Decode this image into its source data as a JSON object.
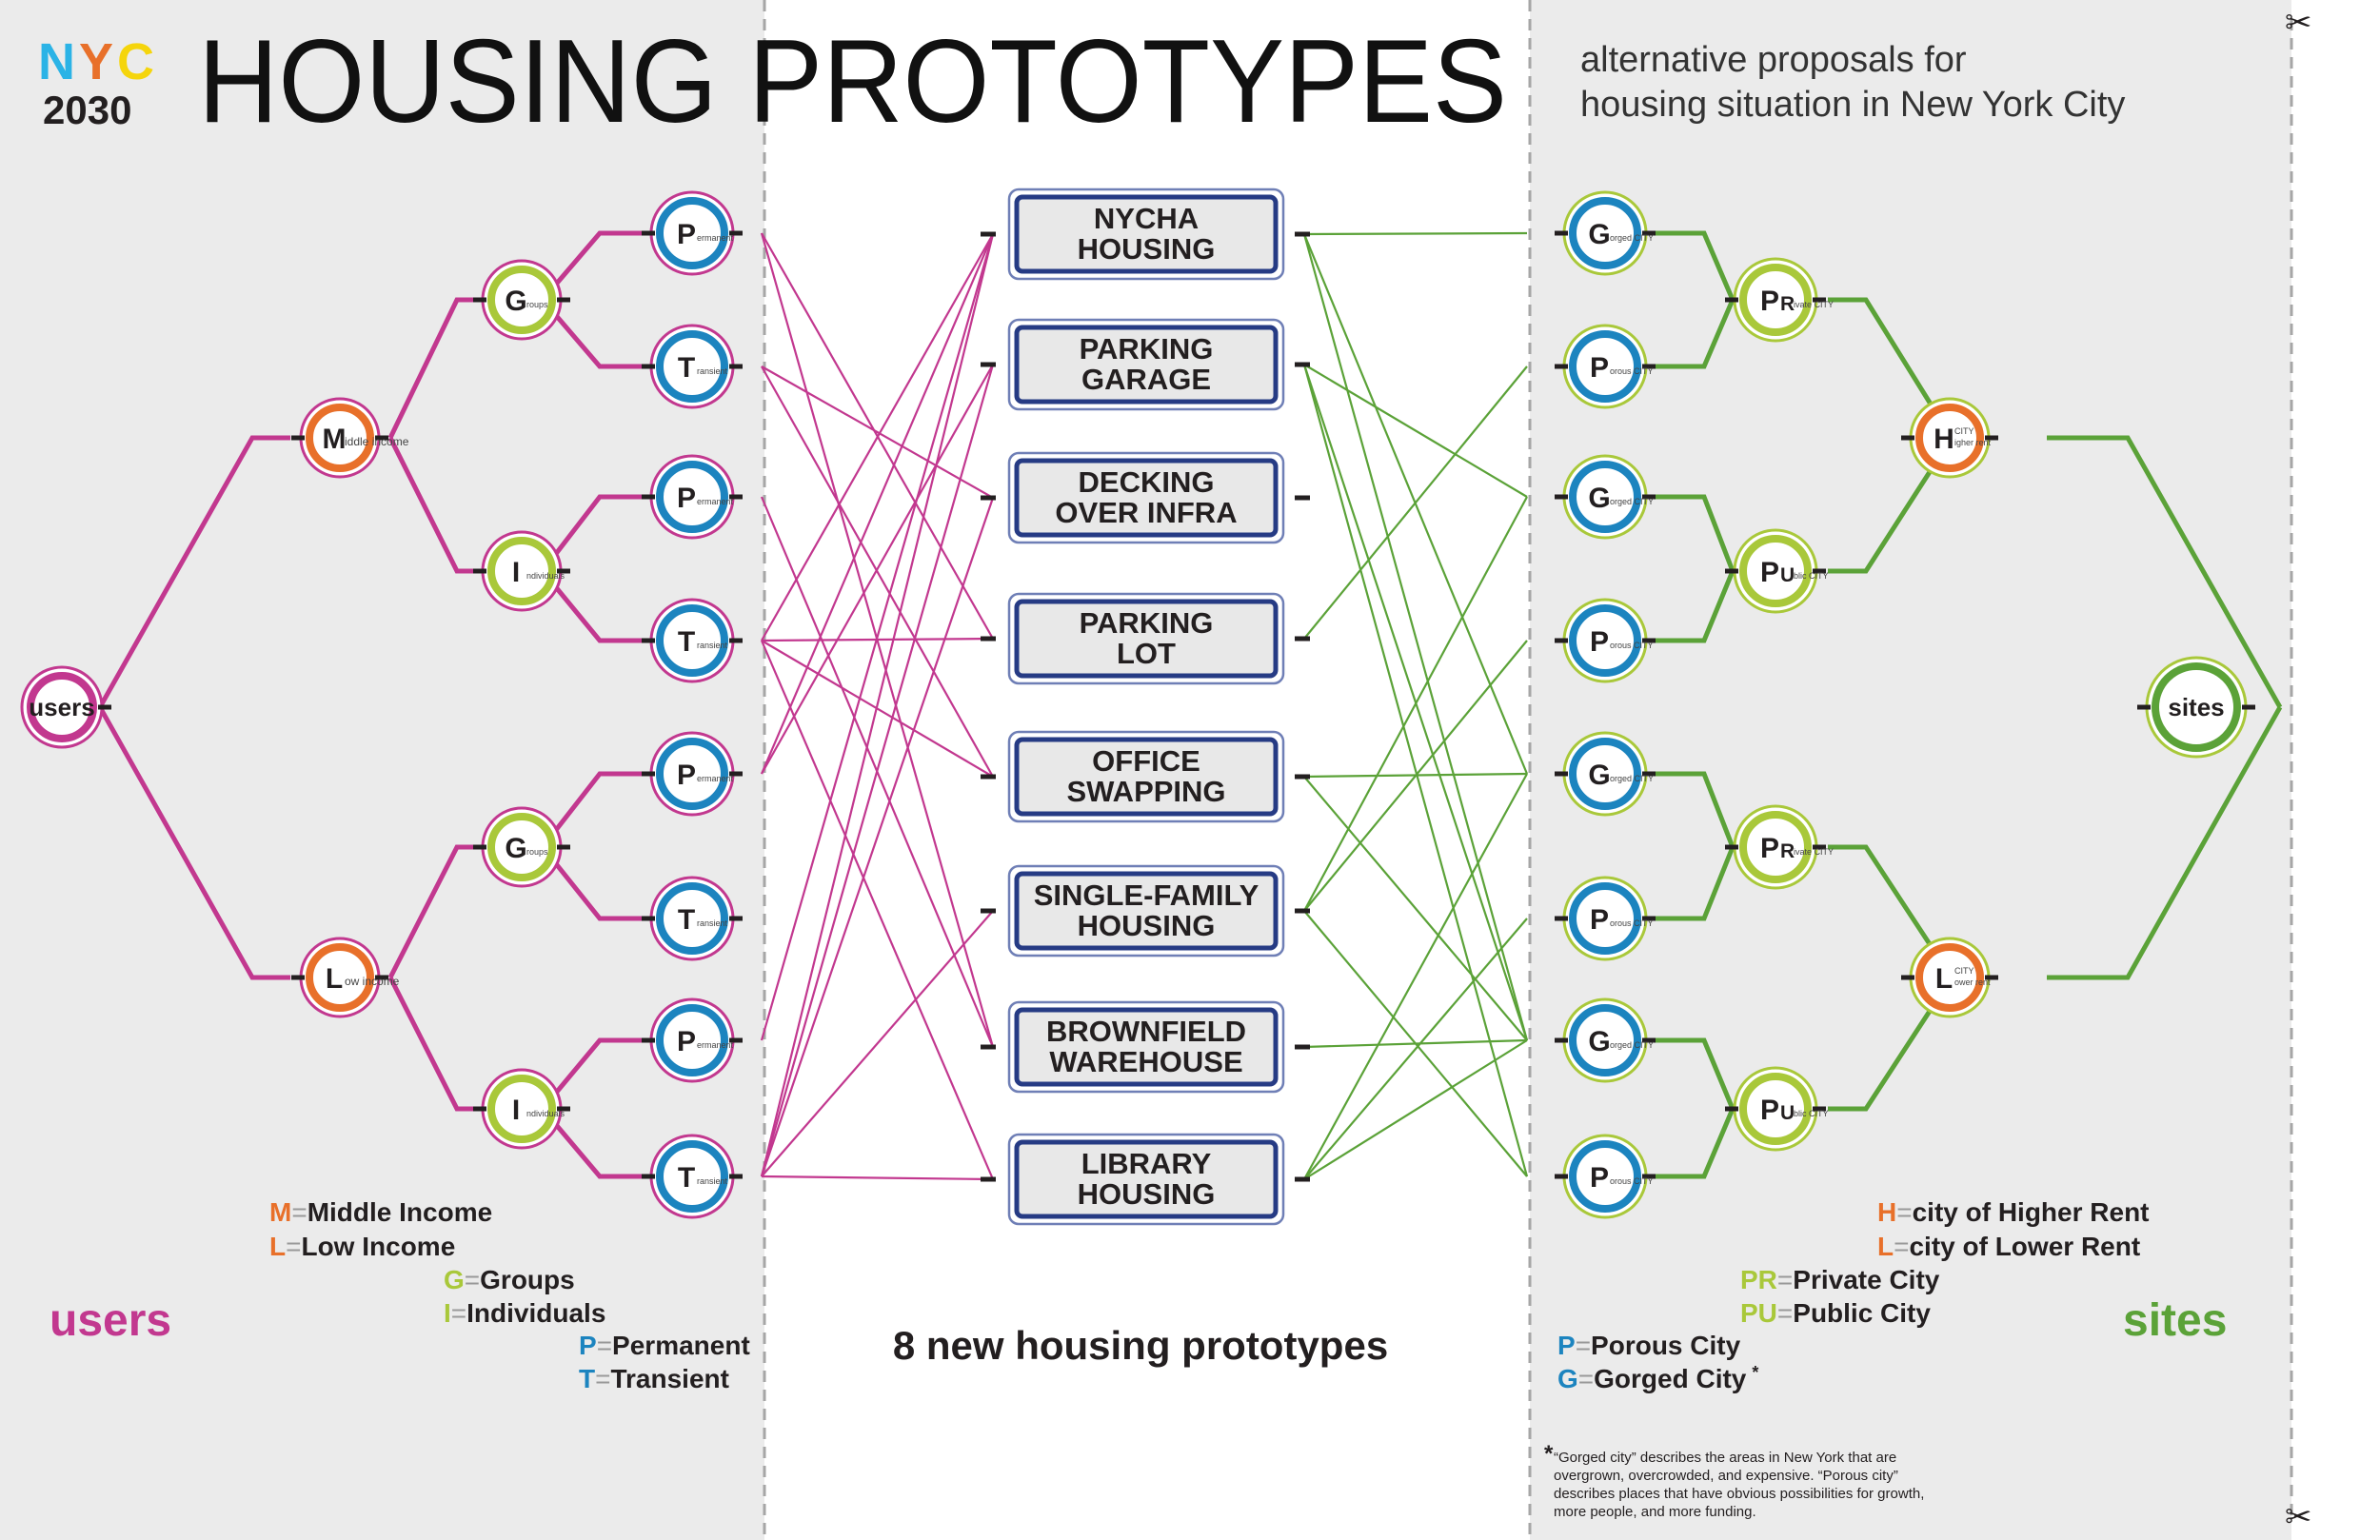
{
  "header": {
    "logo_line1": "NYC",
    "logo_line2": "2030",
    "title": "HOUSING PROTOTYPES",
    "subtitle_line1": "alternative proposals for",
    "subtitle_line2": "housing situation in New York City"
  },
  "colors": {
    "users": "#c2388f",
    "sites": "#5ba238",
    "orange": "#e8702a",
    "lime": "#a9c83a",
    "blue": "#1c84bf",
    "navy": "#263b84",
    "panel": "#ebebeb",
    "dark": "#231f20",
    "logo_N": "#2bb3e6",
    "logo_Y": "#e8702a",
    "logo_C": "#f5d50c"
  },
  "users_tree": {
    "root": "users",
    "middle": {
      "letter": "M",
      "sub": "iddle income"
    },
    "low": {
      "letter": "L",
      "sub": "ow income"
    },
    "groups": {
      "letter": "G",
      "sub": "roups"
    },
    "individuals": {
      "letter": "I",
      "sub": "ndividuals"
    },
    "permanent": {
      "letter": "P",
      "sub": "ermanent"
    },
    "transient": {
      "letter": "T",
      "sub": "ransient"
    }
  },
  "sites_tree": {
    "root": "sites",
    "higher": {
      "letter": "H",
      "sub_top": "CITY",
      "sub": "igher rent"
    },
    "lower": {
      "letter": "L",
      "sub_top": "CITY",
      "sub": "ower rent"
    },
    "private": {
      "letter": "P",
      "letter2": "R",
      "sub": "ivate CITY"
    },
    "public": {
      "letter": "P",
      "letter2": "U",
      "sub": "blic CITY"
    },
    "gorged": {
      "letter": "G",
      "sub": "orged CITY"
    },
    "porous": {
      "letter": "P",
      "sub": "orous CITY"
    }
  },
  "prototypes": [
    {
      "line1": "NYCHA",
      "line2": "HOUSING"
    },
    {
      "line1": "PARKING",
      "line2": "GARAGE"
    },
    {
      "line1": "DECKING",
      "line2": "OVER INFRA"
    },
    {
      "line1": "PARKING",
      "line2": "LOT"
    },
    {
      "line1": "OFFICE",
      "line2": "SWAPPING"
    },
    {
      "line1": "SINGLE-FAMILY",
      "line2": "HOUSING"
    },
    {
      "line1": "BROWNFIELD",
      "line2": "WAREHOUSE"
    },
    {
      "line1": "LIBRARY",
      "line2": "HOUSING"
    }
  ],
  "user_links": [
    [
      0,
      3
    ],
    [
      0,
      6
    ],
    [
      1,
      2
    ],
    [
      1,
      4
    ],
    [
      2,
      6
    ],
    [
      3,
      3
    ],
    [
      3,
      4
    ],
    [
      3,
      0
    ],
    [
      3,
      7
    ],
    [
      4,
      0
    ],
    [
      4,
      1
    ],
    [
      6,
      0
    ],
    [
      7,
      0
    ],
    [
      7,
      1
    ],
    [
      7,
      2
    ],
    [
      7,
      5
    ],
    [
      7,
      7
    ]
  ],
  "site_links": [
    [
      0,
      0
    ],
    [
      0,
      4
    ],
    [
      0,
      6
    ],
    [
      1,
      2
    ],
    [
      1,
      6
    ],
    [
      3,
      1
    ],
    [
      5,
      2
    ],
    [
      5,
      3
    ],
    [
      5,
      7
    ],
    [
      7,
      5
    ],
    [
      7,
      4
    ],
    [
      7,
      6
    ],
    [
      4,
      4
    ],
    [
      4,
      6
    ],
    [
      1,
      7
    ],
    [
      6,
      6
    ]
  ],
  "users_legend": [
    {
      "key": "M",
      "text": "Middle Income"
    },
    {
      "key": "L",
      "text": "Low Income"
    },
    {
      "key": "G",
      "text": "Groups"
    },
    {
      "key": "I",
      "text": "Individuals"
    },
    {
      "key": "P",
      "text": "Permanent"
    },
    {
      "key": "T",
      "text": "Transient"
    }
  ],
  "sites_legend": [
    {
      "key": "H",
      "text": "city of Higher Rent"
    },
    {
      "key": "L",
      "text": "city of Lower Rent"
    },
    {
      "key": "PR",
      "text": "Private City"
    },
    {
      "key": "PU",
      "text": "Public City"
    },
    {
      "key": "P",
      "text": "Porous City"
    },
    {
      "key": "G",
      "text": "Gorged City"
    }
  ],
  "legend_eq": "=",
  "asterisk": "*",
  "label_users": "users",
  "label_sites": "sites",
  "center_caption": "8 new housing prototypes",
  "footnote": [
    "“Gorged city” describes the areas in New York that are",
    "overgrown, overcrowded, and expensive.  “Porous city”",
    "describes places that have obvious possibilities for growth,",
    "more people, and more funding."
  ],
  "scissors_glyph": "✂"
}
